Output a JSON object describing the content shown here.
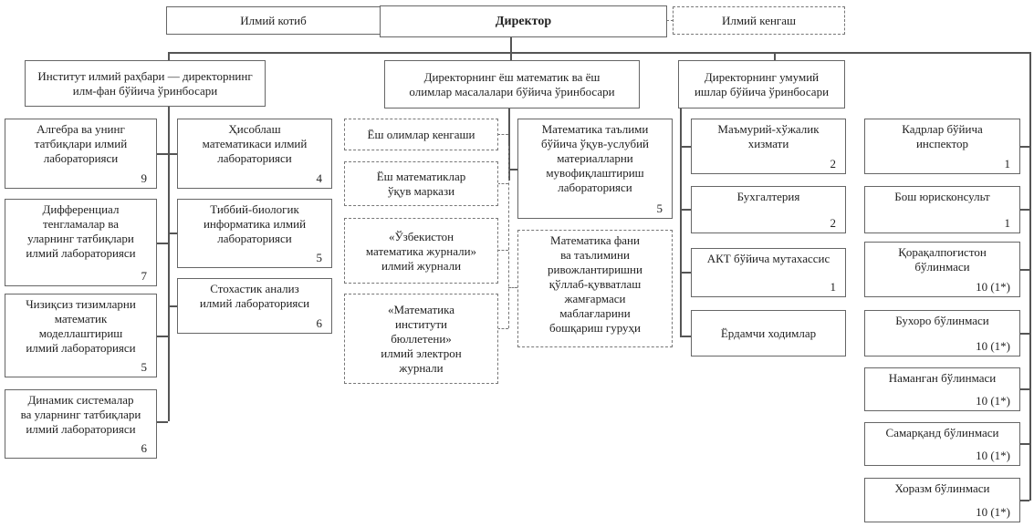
{
  "top": {
    "secretary": "Илмий котиб",
    "director": "Директор",
    "council": "Илмий кенгаш"
  },
  "deputies": [
    "Институт илмий раҳбари — директорнинг\nилм-фан бўйича ўринбосари",
    "Директорнинг ёш математик ва ёш\nолимлар масалалари бўйича ўринбосари",
    "Директорнинг умумий\nишлар бўйича ўринбосари"
  ],
  "science_labs": [
    {
      "label": "Алгебра ва унинг\nтатбиқлари илмий\nлабораторияси",
      "count": "9"
    },
    {
      "label": "Дифференциал\nтенгламалар ва\nуларнинг татбиқлари\nилмий лабораторияси",
      "count": "7"
    },
    {
      "label": "Чизиқсиз тизимларни\nматематик\nмоделлаштириш\nилмий лабораторияси",
      "count": "5"
    },
    {
      "label": "Динамик системалар\nва уларнинг татбиқлари\nилмий лабораторияси",
      "count": "6"
    },
    {
      "label": "Ҳисоблаш\nматематикаси илмий\nлабораторияси",
      "count": "4"
    },
    {
      "label": "Тиббий-биологик\nинформатика илмий\nлабораторияси",
      "count": "5"
    },
    {
      "label": "Стохастик  анализ\nилмий лабораторияси",
      "count": "6"
    }
  ],
  "youth_units": [
    {
      "label": "Ёш олимлар кенгаши"
    },
    {
      "label": "Ёш математиклар\nўқув маркази"
    },
    {
      "label": "«Ўзбекистон\nматематика журнали»\nилмий журнали"
    },
    {
      "label": "«Математика\nинститути\nбюллетени»\nилмий электрон\nжурнали"
    },
    {
      "label": "Математика таълими\nбўйича ўқув-услубий\nматериалларни\nмувофиқлаштириш\nлабораторияси",
      "count": "5"
    },
    {
      "label": "Математика фани\nва таълимини\nривожлантиришни\nқўллаб-қувватлаш\nжамғармаси\nмаблағларини\nбошқариш гуруҳи"
    }
  ],
  "general_units": [
    {
      "label": "Маъмурий-хўжалик\nхизмати",
      "count": "2"
    },
    {
      "label": "Бухгалтерия",
      "count": "2"
    },
    {
      "label": "АКТ бўйича мутахассис",
      "count": "1"
    },
    {
      "label": "Ёрдамчи ходимлар"
    }
  ],
  "direct_units": [
    {
      "label": "Кадрлар бўйича\nинспектор",
      "count": "1"
    },
    {
      "label": "Бош юрисконсульт",
      "count": "1"
    },
    {
      "label": "Қорақалпоғистон\nбўлинмаси",
      "count": "10 (1*)"
    },
    {
      "label": "Бухоро бўлинмаси",
      "count": "10 (1*)"
    },
    {
      "label": "Наманган бўлинмаси",
      "count": "10 (1*)"
    },
    {
      "label": "Самарқанд бўлинмаси",
      "count": "10 (1*)"
    },
    {
      "label": "Хоразм бўлинмаси",
      "count": "10 (1*)"
    }
  ]
}
